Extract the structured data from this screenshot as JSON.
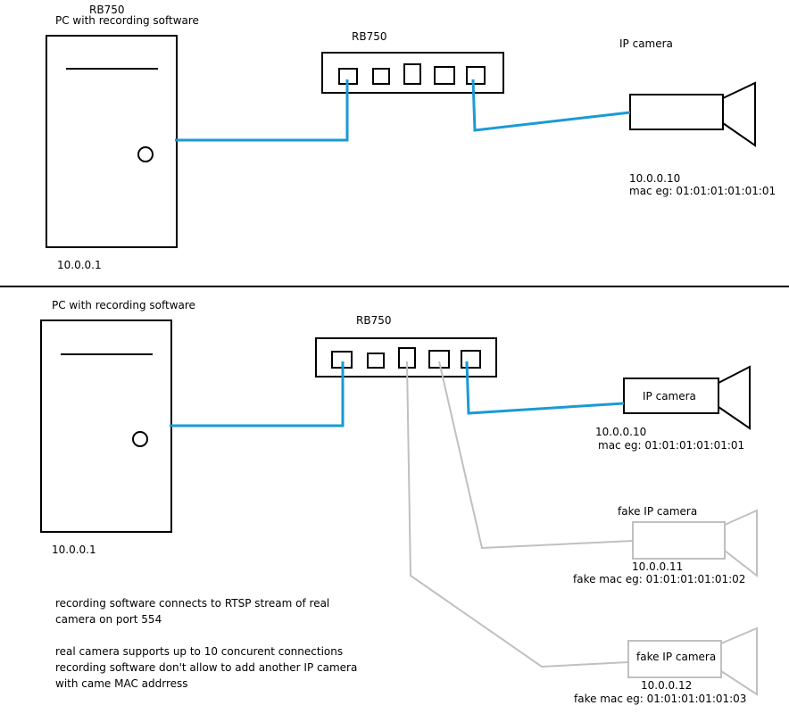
{
  "top": {
    "pc_title_1": "RB750",
    "pc_title_2": "PC with recording software",
    "pc_ip": "10.0.0.1",
    "router_label": "RB750",
    "camera_label": "IP camera",
    "camera_ip": "10.0.0.10",
    "camera_mac": "mac eg: 01:01:01:01:01:01"
  },
  "bottom": {
    "pc_title": "PC with recording software",
    "pc_ip": "10.0.0.1",
    "router_label": "RB750",
    "camera_label": "IP camera",
    "camera_ip": "10.0.0.10",
    "camera_mac": "mac eg: 01:01:01:01:01:01",
    "fake1_label": "fake IP camera",
    "fake1_ip": "10.0.0.11",
    "fake1_mac": "fake mac eg: 01:01:01:01:01:02",
    "fake2_label": "fake IP camera",
    "fake2_ip": "10.0.0.12",
    "fake2_mac": "fake mac eg: 01:01:01:01:01:03"
  },
  "notes": {
    "line1": "recording software connects to RTSP stream of real",
    "line2": "camera on port 554",
    "line3": "real camera supports up to 10 concurent connections",
    "line4": "recording software don't allow to add another IP camera",
    "line5": "with came MAC addrress"
  },
  "colors": {
    "wire": "#1a9ad6",
    "fake": "#c0c0c0",
    "ink": "#000000"
  }
}
